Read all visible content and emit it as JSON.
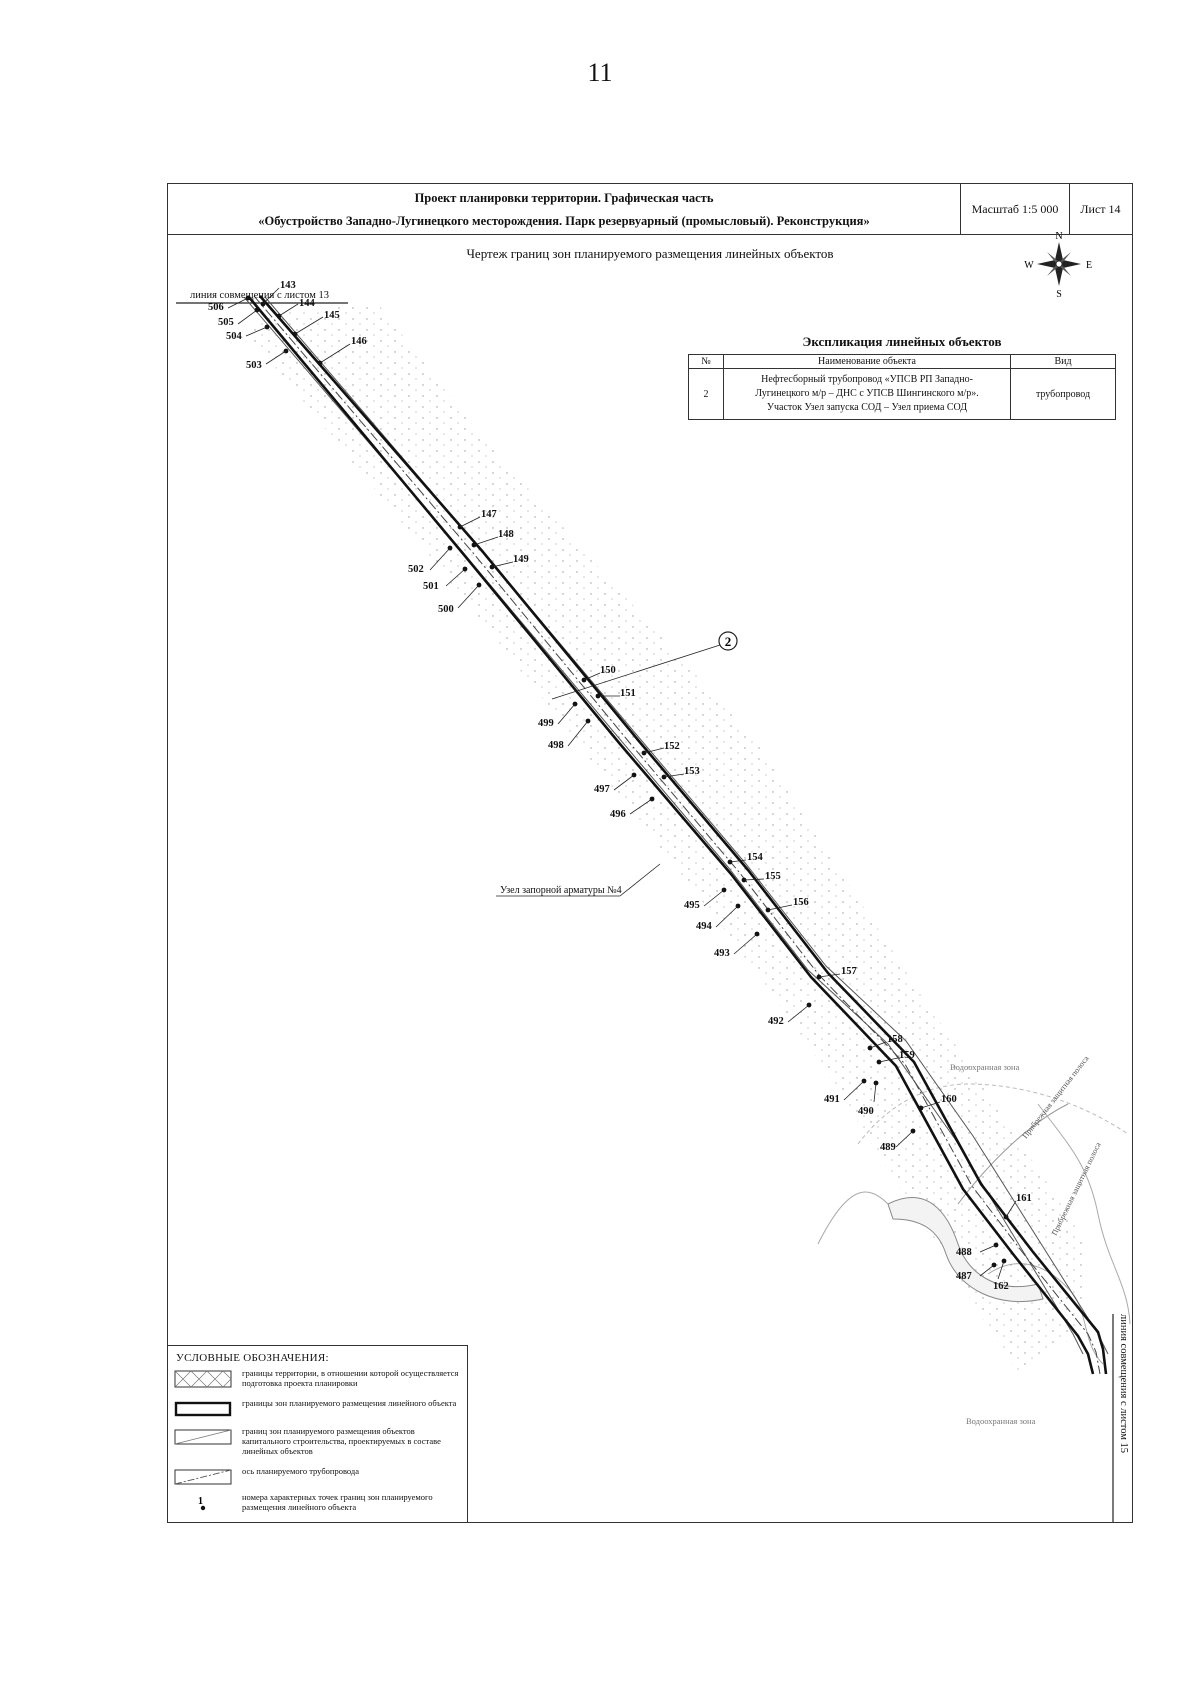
{
  "page_number": "11",
  "title_block": {
    "line1": "Проект планировки территории. Графическая часть",
    "line2": "«Обустройство Западно-Лугинецкого месторождения. Парк резервуарный (промысловый). Реконструкция»",
    "scale": "Масштаб 1:5 000",
    "sheet": "Лист 14"
  },
  "drawing_title": "Чертеж границ зон планируемого размещения линейных объектов",
  "compass": {
    "n": "N",
    "s": "S",
    "e": "E",
    "w": "W"
  },
  "match_line_top": "линия совмещения с листом 13",
  "match_line_right": "линия совмещения с листом 15",
  "explication": {
    "title": "Экспликация линейных объектов",
    "headers": [
      "№",
      "Наименование объекта",
      "Вид"
    ],
    "rows": [
      {
        "num": "2",
        "name_lines": [
          "Нефтесборный трубопровод «УПСВ РП Западно-",
          "Лугинецкого м/р – ДНС с УПСВ Шингинского м/р».",
          "Участок Узел запуска СОД – Узел приема СОД"
        ],
        "kind": "трубопровод"
      }
    ]
  },
  "object_marker": "2",
  "valve_node_label": "Узел запорной арматуры №4",
  "water_zone_label_1": "Водоохранная зона",
  "water_zone_label_2": "Водоохранная зона",
  "shore_strip_1": "Прибрежная защитная полоса",
  "shore_strip_2": "Прибрежная защитная полоса",
  "points_right": [
    "143",
    "144",
    "145",
    "146",
    "147",
    "148",
    "149",
    "150",
    "151",
    "152",
    "153",
    "154",
    "155",
    "156",
    "157",
    "158",
    "159",
    "160",
    "161",
    "162"
  ],
  "points_left": [
    "506",
    "505",
    "504",
    "503",
    "502",
    "501",
    "500",
    "499",
    "498",
    "497",
    "496",
    "495",
    "494",
    "493",
    "492",
    "491",
    "490",
    "489",
    "488",
    "487"
  ],
  "legend": {
    "title": "УСЛОВНЫЕ ОБОЗНАЧЕНИЯ:",
    "items": [
      {
        "symbol": "hatched-boundary",
        "text": "границы территории, в отношении которой осуществляется подготовка проекта планировки"
      },
      {
        "symbol": "thick-boundary",
        "text": "границы зон планируемого размещения линейного объекта"
      },
      {
        "symbol": "thin-boundary",
        "text": "границ зон планируемого размещения объектов капитального строительства, проектируемых в составе линейных объектов"
      },
      {
        "symbol": "axis-line",
        "text": "ось планируемого трубопровода"
      },
      {
        "symbol": "point-marker",
        "marker_label": "1",
        "text": "номера характерных точек границ зон планируемого размещения линейного объекта"
      }
    ]
  }
}
